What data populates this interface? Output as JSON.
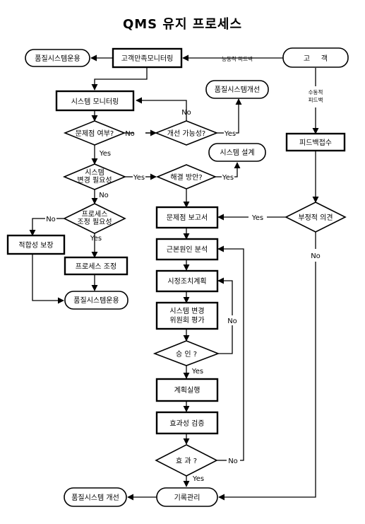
{
  "title": "QMS 유지 프로세스",
  "nodes": {
    "quality_ops_top": "품질시스템운용",
    "cust_monitor": "고객만족모니터링",
    "customer": "고     객",
    "sys_monitor": "시스템 모니터링",
    "improve_top": "품질시스템개선",
    "problem_q": "문제점 여부?",
    "improve_q": "개선 가능성?",
    "sys_design": "시스템 설계",
    "sys_change_q": [
      "시스템",
      "변경 필요성"
    ],
    "solution_q": "해결 방안?",
    "feedback_recv": "피드백접수",
    "proc_adjust_q": [
      "프로세스",
      "조정 필요성"
    ],
    "conformity": "적합성 보장",
    "problem_report": "문제점 보고서",
    "negative_q": "부정적 의견",
    "proc_adjust": "프로세스 조정",
    "root_cause": "근본원인 분석",
    "quality_ops_mid": "품질시스템운용",
    "corrective_plan": "시정조치계획",
    "committee": [
      "시스템 변경",
      "위원회 평가"
    ],
    "approve_q": "승 인 ?",
    "execute": "계획실행",
    "verify": "효과성 검증",
    "effect_q": "효 과 ?",
    "records": "기록관리",
    "improve_bottom": "품질시스템 개선"
  },
  "labels": {
    "active_feedback": "능동적 피드백",
    "passive_feedback": [
      "수동적",
      "피드백"
    ],
    "yes": "Yes",
    "no": "No"
  }
}
